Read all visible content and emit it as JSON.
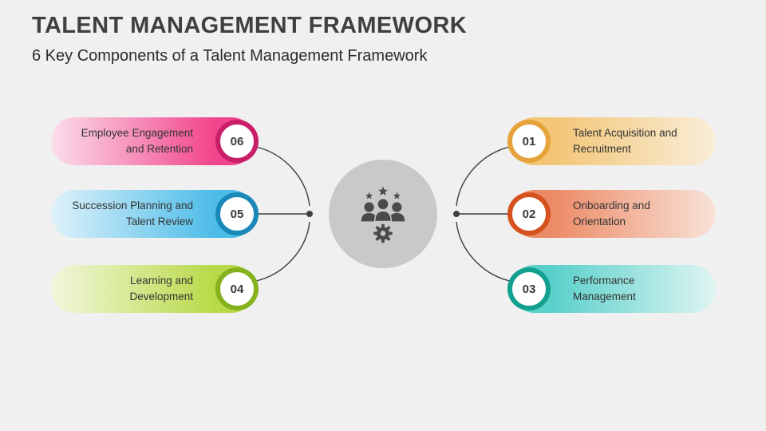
{
  "header": {
    "title": "TALENT MANAGEMENT FRAMEWORK",
    "subtitle": "6 Key Components of a Talent Management Framework"
  },
  "left_items": [
    {
      "number": "06",
      "label": "Employee Engagement and Retention",
      "accent": "#c91f68",
      "fill": "#f2458b",
      "fade": "#fbdeeb"
    },
    {
      "number": "05",
      "label": "Succession Planning and Talent Review",
      "accent": "#1a88b8",
      "fill": "#4dbce8",
      "fade": "#dff2fa"
    },
    {
      "number": "04",
      "label": "Learning and Development",
      "accent": "#86b21d",
      "fill": "#b8da48",
      "fade": "#f2f7dc"
    }
  ],
  "right_items": [
    {
      "number": "01",
      "label": "Talent Acquisition and Recruitment",
      "accent": "#e6a33c",
      "fill": "#f3c575",
      "fade": "#f9eed9"
    },
    {
      "number": "02",
      "label": "Onboarding and Orientation",
      "accent": "#d5521f",
      "fill": "#ec8a66",
      "fade": "#f9e2d8"
    },
    {
      "number": "03",
      "label": "Performance Management",
      "accent": "#14a08f",
      "fill": "#5ad0ca",
      "fade": "#def5f3"
    }
  ],
  "center": {
    "icon": "team-stars-gear-icon"
  },
  "colors": {
    "background": "#f0f0f0",
    "center_circle": "#c9c9c9",
    "connector": "#3f3f3f",
    "title_text": "#3f3f3f",
    "label_text": "#333333"
  }
}
